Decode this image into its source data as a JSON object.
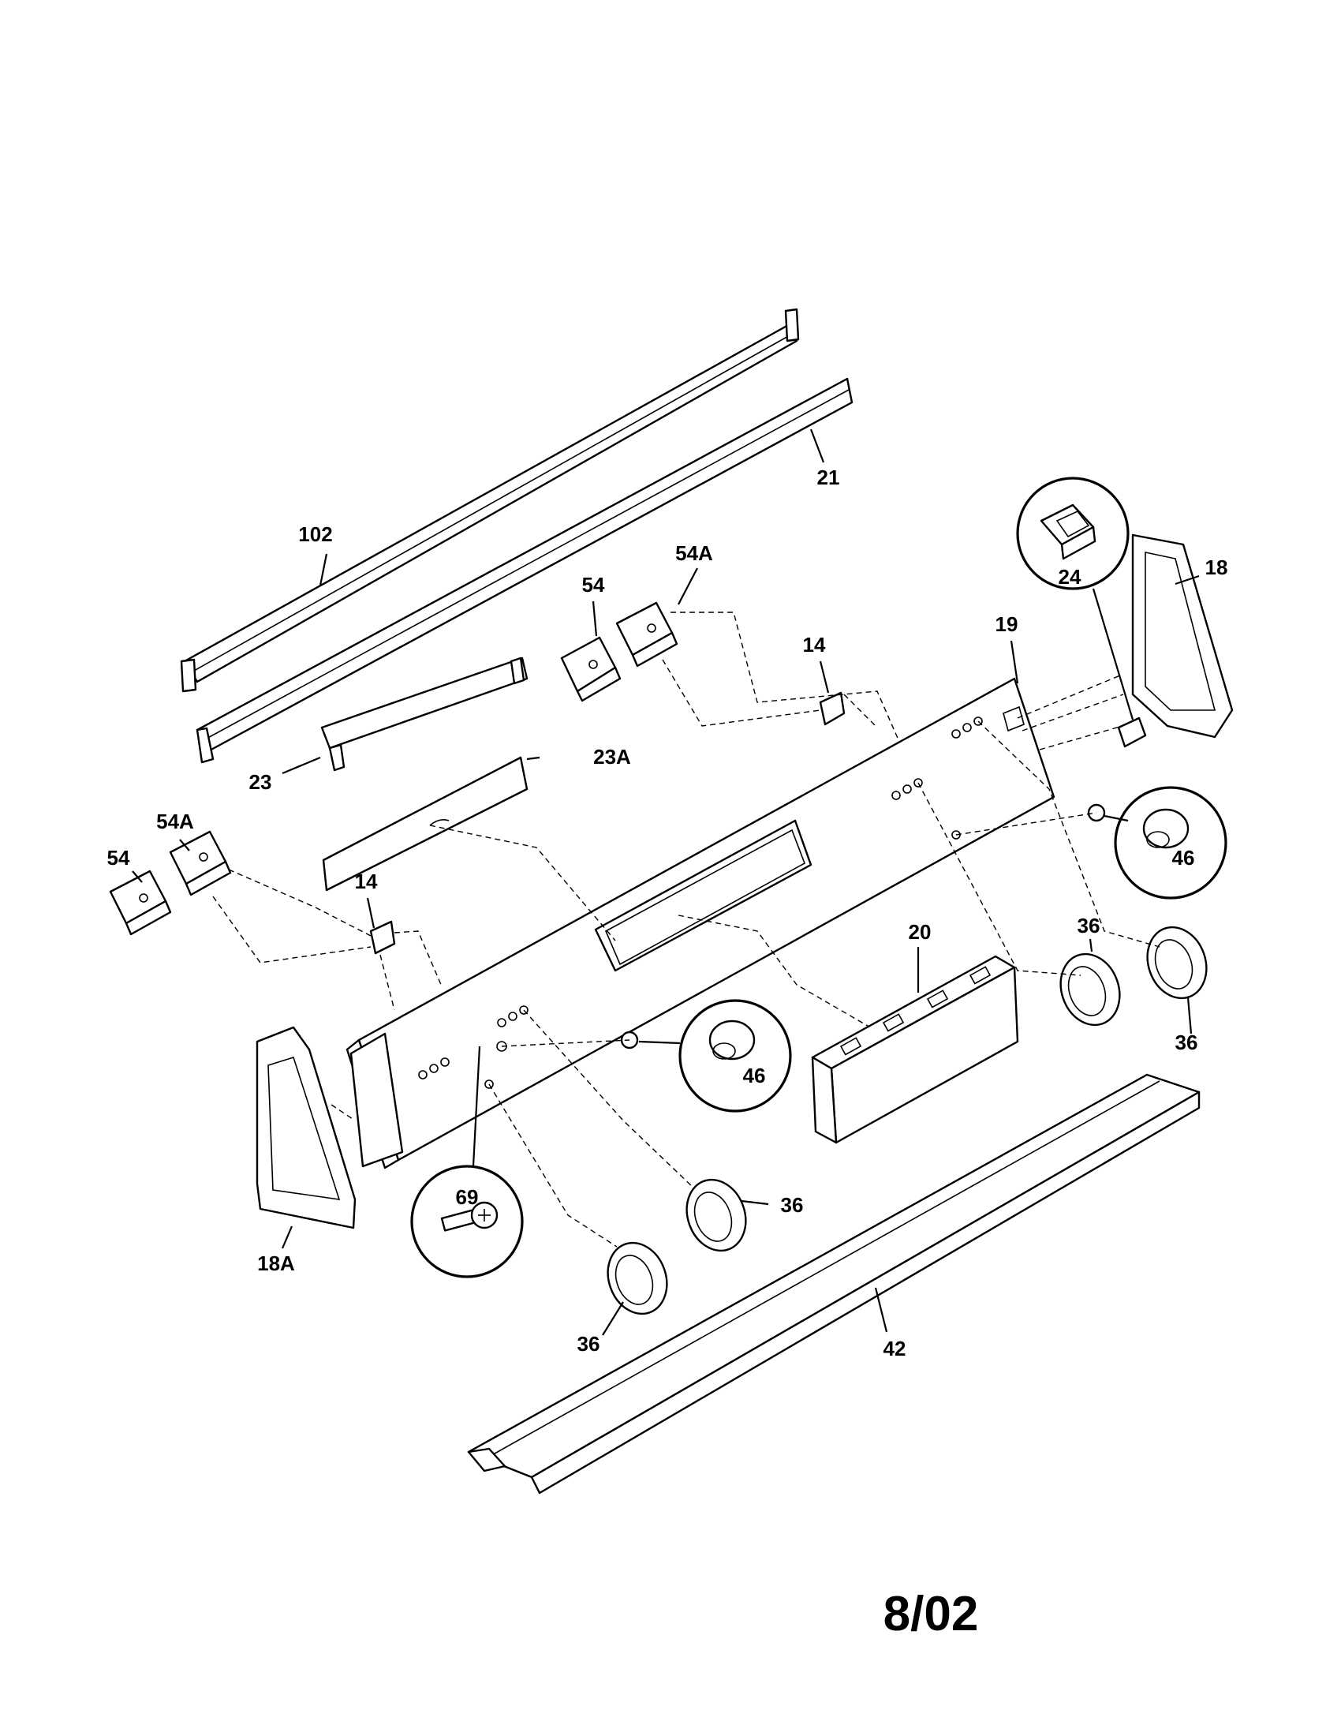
{
  "labels": {
    "l102": "102",
    "l21": "21",
    "l54_top": "54",
    "l54a_top": "54A",
    "l14_top": "14",
    "l19": "19",
    "l24": "24",
    "l18": "18",
    "l23": "23",
    "l23a": "23A",
    "l46_right": "46",
    "l54a_left": "54A",
    "l54_left": "54",
    "l14_left": "14",
    "l20": "20",
    "l36_right_upper": "36",
    "l36_right_lower": "36",
    "l46_center": "46",
    "l18a": "18A",
    "l69": "69",
    "l36_center": "36",
    "l36_bottom": "36",
    "l42": "42"
  },
  "footer": {
    "date_code": "8/02"
  }
}
